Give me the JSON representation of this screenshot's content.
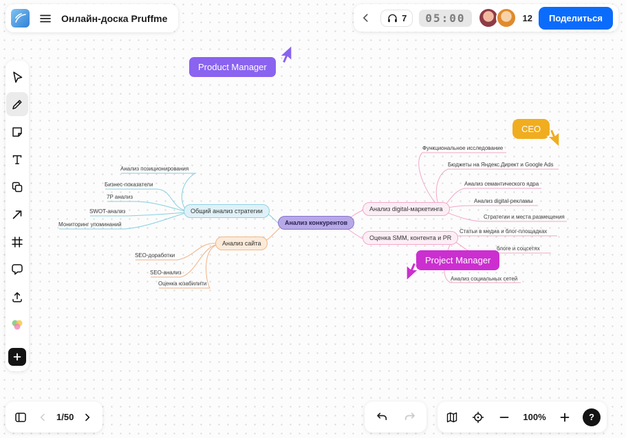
{
  "header": {
    "title": "Онлайн-доска Pruffme",
    "audio_count": "7",
    "timer": "05:00",
    "participants_count": "12",
    "share_button": "Поделиться"
  },
  "footer": {
    "page_indicator": "1/50",
    "zoom_level": "100%",
    "help_label": "?"
  },
  "toolbar": {
    "icons": [
      "select-cursor",
      "pencil",
      "sticky-note",
      "text",
      "shapes",
      "arrow",
      "frame",
      "comment",
      "upload",
      "stickers",
      "add"
    ],
    "active_tool": "pencil"
  },
  "cursors": [
    {
      "label": "Product Manager",
      "color": "#8a63f0"
    },
    {
      "label": "CEO",
      "color": "#f0ad1f"
    },
    {
      "label": "Project Manager",
      "color": "#cb2fd0"
    }
  ],
  "mindmap": {
    "center": {
      "text": "Анализ конкурентов",
      "fill": "#b7a9e6",
      "border": "#8673d2"
    },
    "nodes": [
      {
        "text": "Общий анализ стратегии",
        "fill": "#dff1f8",
        "border": "#8fd2e2"
      },
      {
        "text": "Анализ сайта",
        "fill": "#fcead9",
        "border": "#eeb98c"
      },
      {
        "text": "Анализ digital-маркетинга",
        "fill": "#fceef5",
        "border": "#f3a8ca"
      },
      {
        "text": "Оценка SMM, контента и PR",
        "fill": "#fceef5",
        "border": "#f3a8ca"
      }
    ],
    "leaves": [
      {
        "text": "Анализ позиционирования"
      },
      {
        "text": "Бизнес-показатели"
      },
      {
        "text": "7P анализ"
      },
      {
        "text": "SWOT-анализ"
      },
      {
        "text": "Мониторинг упоминаний"
      },
      {
        "text": "SEO-доработки"
      },
      {
        "text": "SEO-анализ"
      },
      {
        "text": "Оценка юзабилити"
      },
      {
        "text": "Функциональное исследование"
      },
      {
        "text": "Бюджеты на Яндекс.Директ и Google Ads"
      },
      {
        "text": "Анализ семантического ядра"
      },
      {
        "text": "Анализ digital-рекламы"
      },
      {
        "text": "Стратегии и места размещения"
      },
      {
        "text": "Статьи в медиа и блог-площадках"
      },
      {
        "text": "блоге и соцсетях"
      },
      {
        "text": "Анализ социальных сетей"
      }
    ]
  }
}
